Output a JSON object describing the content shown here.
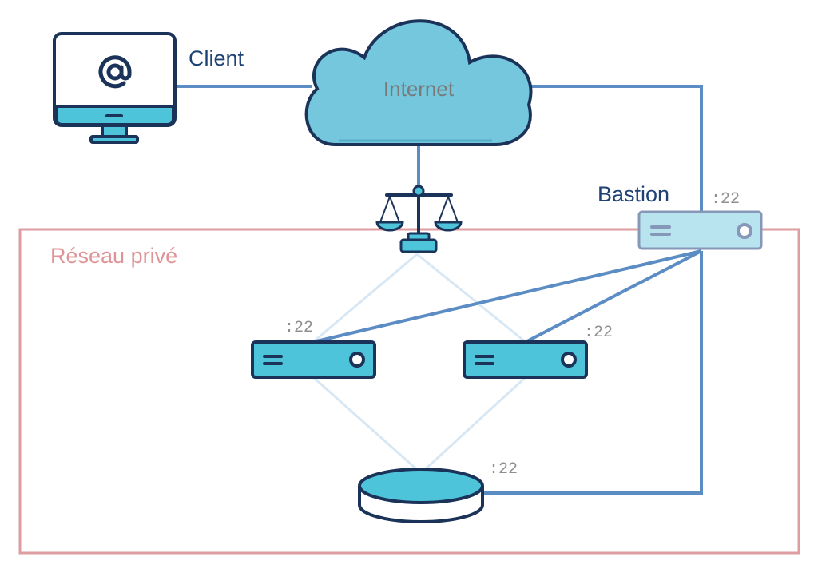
{
  "labels": {
    "client": "Client",
    "internet": "Internet",
    "bastion": "Bastion",
    "private_network": "Réseau privé"
  },
  "ports": {
    "bastion": ":22",
    "server_left": ":22",
    "server_right": ":22",
    "database": ":22"
  },
  "icons": {
    "client": "computer-at-icon",
    "internet": "cloud-icon",
    "load_balancer": "balance-scale-icon",
    "bastion": "server-icon",
    "server_left": "server-icon",
    "server_right": "server-icon",
    "database": "database-icon"
  },
  "colors": {
    "outline": "#1b3358",
    "fill_cyan": "#4ec4da",
    "fill_cloud": "#74c7dc",
    "bastion_fill": "#b7e4ef",
    "bastion_stroke": "#8797b8",
    "connection": "#5b8cc4",
    "faint_connection": "#d7e7f4",
    "private_border": "#de9ea1",
    "private_text": "#de9496",
    "label_dark": "#1d4273",
    "internet_text": "#797979",
    "port_text": "#8f8f8f"
  }
}
